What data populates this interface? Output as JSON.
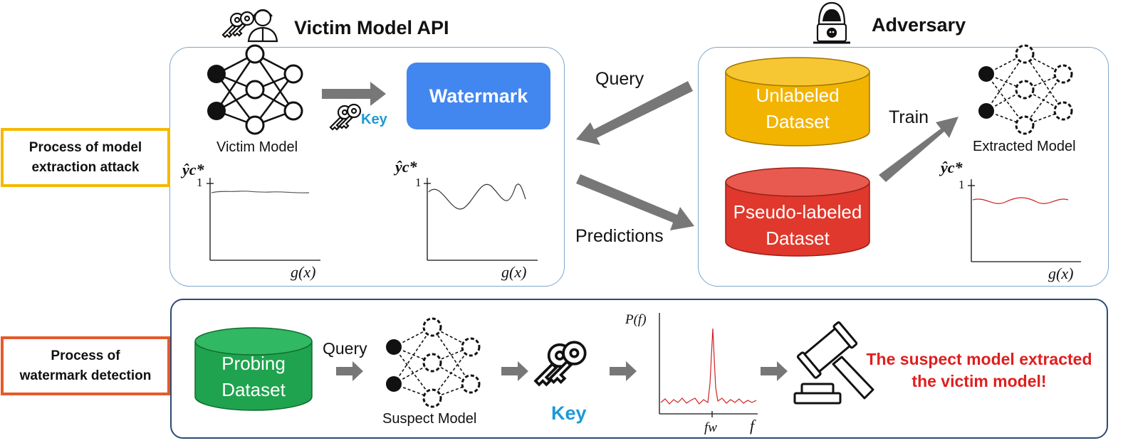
{
  "victim_api": {
    "title": "Victim Model API"
  },
  "adversary": {
    "title": "Adversary"
  },
  "labels": {
    "extraction": "Process of model extraction attack",
    "detection": "Process of watermark detection"
  },
  "victim_panel": {
    "model_caption": "Victim Model",
    "key_label": "Key",
    "watermark_label": "Watermark"
  },
  "flows": {
    "query": "Query",
    "predictions": "Predictions",
    "train": "Train"
  },
  "adversary_panel": {
    "unlabeled_dataset": "Unlabeled Dataset",
    "pseudo_dataset": "Pseudo-labeled Dataset",
    "extracted_caption": "Extracted Model"
  },
  "plots": {
    "y_label": "ŷc*",
    "x_label": "g(x)",
    "tick_one": "1",
    "spectrum_y_label": "P(f)",
    "spectrum_x_label": "f",
    "spectrum_tick": "fw"
  },
  "detection": {
    "probing_dataset": "Probing Dataset",
    "query": "Query",
    "suspect_caption": "Suspect Model",
    "key_label": "Key",
    "result_line1": "The suspect model extracted",
    "result_line2": "the victim model!"
  },
  "colors": {
    "panel_border": "#7fa6cc",
    "detection_border": "#2d4a72",
    "extraction_label_border": "#f5b800",
    "detection_label_border": "#e45a2a",
    "watermark": "#4286f0",
    "unlabeled_dataset": "#f2b400",
    "pseudo_dataset": "#e0382c",
    "probing_dataset": "#1fa34e",
    "key_text": "#1c9ad6",
    "result_text": "#e01e1e",
    "extracted_curve": "#d22020",
    "arrow": "#777777"
  },
  "icons": [
    "keys-icon",
    "person-icon",
    "hacker-icon",
    "gavel-icon",
    "key-icon",
    "neural-network-icon"
  ]
}
